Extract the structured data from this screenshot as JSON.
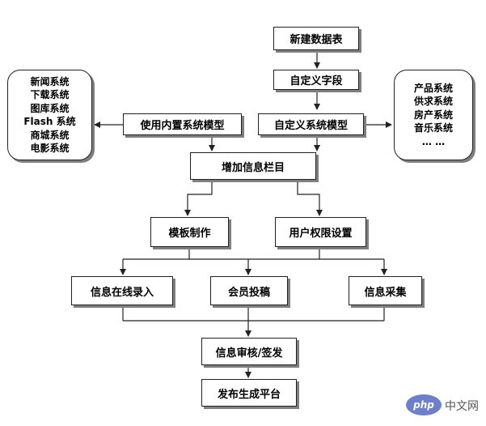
{
  "nodes": {
    "new_table": "新建数据表",
    "custom_field": "自定义字段",
    "builtin_model": "使用内置系统模型",
    "custom_model": "自定义系统模型",
    "add_column": "增加信息栏目",
    "template": "模板制作",
    "permission": "用户权限设置",
    "online_entry": "信息在线录入",
    "member_submit": "会员投稿",
    "collect": "信息采集",
    "review": "信息审核/签发",
    "publish": "发布生成平台"
  },
  "builtin_systems": [
    "新闻系统",
    "下载系统",
    "图库系统",
    "Flash 系统",
    "商城系统",
    "电影系统"
  ],
  "custom_systems": [
    "产品系统",
    "供求系统",
    "房产系统",
    "音乐系统",
    "… …"
  ],
  "watermark": {
    "logo": "php",
    "text": "中文网"
  },
  "colors": {
    "line": "#222222",
    "shadow": "#7f7f7f",
    "logo": "#6d7fc8"
  }
}
